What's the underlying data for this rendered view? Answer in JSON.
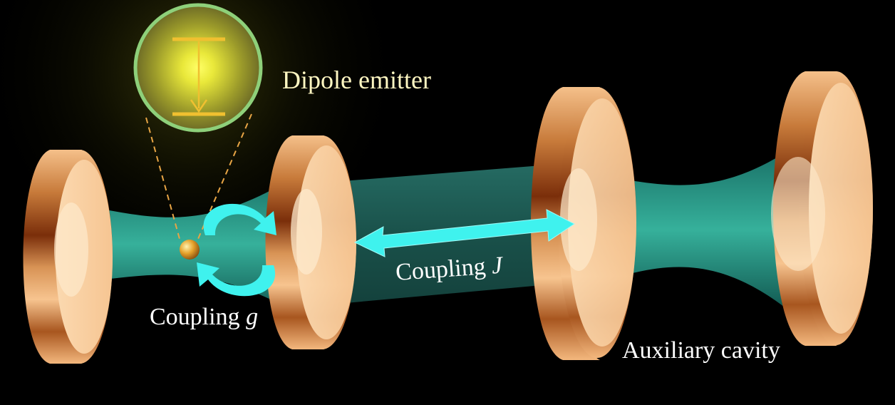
{
  "labels": {
    "dipole_emitter": "Dipole emitter",
    "coupling_g_prefix": "Coupling ",
    "coupling_g_symbol": "g",
    "coupling_j_prefix": "Coupling ",
    "coupling_j_symbol": "J",
    "auxiliary_cavity": "Auxiliary cavity"
  },
  "colors": {
    "background": "#000000",
    "mirror_dark": "#8a3c10",
    "mirror_light": "#f7c48f",
    "mode_teal": "#2fae9a",
    "arrow_cyan": "#3ff2ee",
    "emitter_glow": "#f4f03a",
    "energy_levels": "#f0c030"
  },
  "icons": [
    "dipole-emitter-icon",
    "circular-arrow-icon",
    "double-arrow-icon"
  ]
}
